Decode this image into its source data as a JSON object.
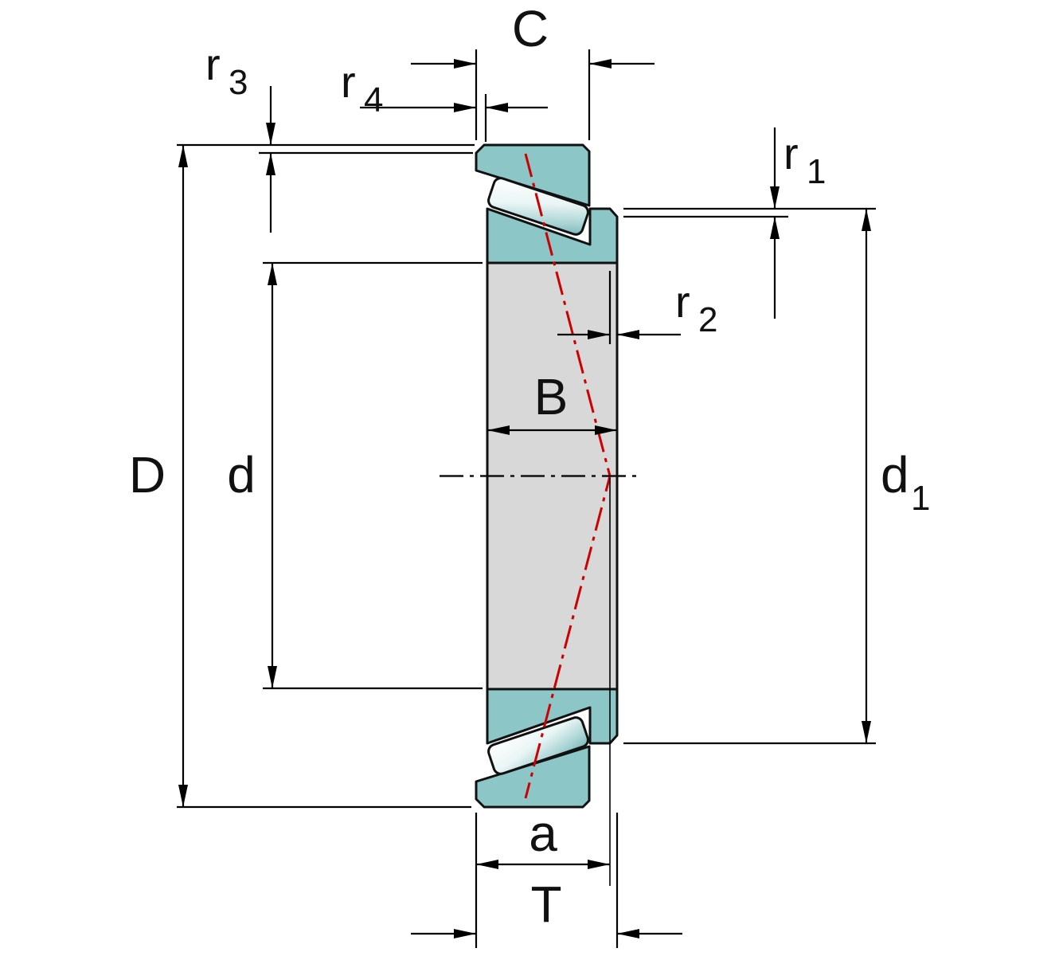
{
  "diagram": {
    "title_hint": "tapered roller bearing cross-section dimension drawing",
    "labels": {
      "D": {
        "main": "D"
      },
      "d": {
        "main": "d"
      },
      "d1": {
        "main": "d",
        "sub": "1"
      },
      "C": {
        "main": "C"
      },
      "B": {
        "main": "B"
      },
      "T": {
        "main": "T"
      },
      "a": {
        "main": "a"
      },
      "r1": {
        "main": "r",
        "sub": "1"
      },
      "r2": {
        "main": "r",
        "sub": "2"
      },
      "r3": {
        "main": "r",
        "sub": "3"
      },
      "r4": {
        "main": "r",
        "sub": "4"
      }
    },
    "colors": {
      "ring_fill": "#8CC6C6",
      "bore_fill": "#D8D8D8",
      "outline": "#111111",
      "dimension_lines": "#000000",
      "pressure_line": "#CC0000",
      "background": "#FFFFFF"
    }
  }
}
